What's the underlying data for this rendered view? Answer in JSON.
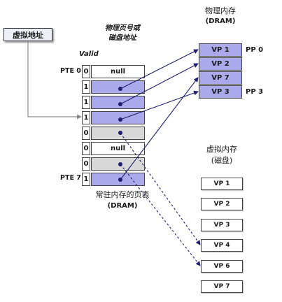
{
  "virtual_address": {
    "label": "虚拟地址"
  },
  "page_table": {
    "header_line1": "物理页号或",
    "header_line2": "磁盘地址",
    "valid_header": "Valid",
    "first_label": "PTE 0",
    "last_label": "PTE 7",
    "caption_line1": "常驻内存的页表",
    "caption_line2": "(DRAM)",
    "rows": [
      {
        "valid": "0",
        "content": "null",
        "kind": "null"
      },
      {
        "valid": "1",
        "content": "",
        "kind": "valid"
      },
      {
        "valid": "1",
        "content": "",
        "kind": "valid"
      },
      {
        "valid": "1",
        "content": "",
        "kind": "valid"
      },
      {
        "valid": "0",
        "content": "",
        "kind": "ondisk"
      },
      {
        "valid": "0",
        "content": "null",
        "kind": "null"
      },
      {
        "valid": "0",
        "content": "",
        "kind": "ondisk"
      },
      {
        "valid": "1",
        "content": "",
        "kind": "valid"
      }
    ]
  },
  "physical_memory": {
    "title_line1": "物理内存",
    "title_line2": "(DRAM)",
    "pages": [
      {
        "label": "VP 1",
        "pp": "PP 0"
      },
      {
        "label": "VP 2",
        "pp": ""
      },
      {
        "label": "VP 7",
        "pp": ""
      },
      {
        "label": "VP 3",
        "pp": "PP 3"
      }
    ]
  },
  "disk": {
    "title_line1": "虚拟内存",
    "title_line2": "(磁盘)",
    "pages": [
      {
        "label": "VP 1"
      },
      {
        "label": "VP 2"
      },
      {
        "label": "VP 3"
      },
      {
        "label": "VP 4"
      },
      {
        "label": "VP 6"
      },
      {
        "label": "VP 7"
      }
    ]
  },
  "colors": {
    "valid_fill": "#a9a9ec",
    "disk_entry_fill": "#d8d8d8",
    "arrow_color": "#1f1f6e",
    "address_line_color": "#8a8a8a"
  }
}
